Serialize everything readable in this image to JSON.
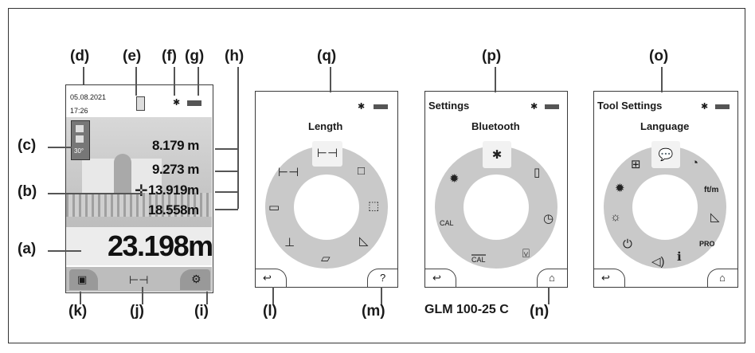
{
  "callouts": {
    "a": "(a)",
    "b": "(b)",
    "c": "(c)",
    "d": "(d)",
    "e": "(e)",
    "f": "(f)",
    "g": "(g)",
    "h": "(h)",
    "i": "(i)",
    "j": "(j)",
    "k": "(k)",
    "l": "(l)",
    "m": "(m)",
    "n": "(n)",
    "o": "(o)",
    "p": "(p)",
    "q": "(q)"
  },
  "screen1": {
    "date": "05.08.2021",
    "time": "17:26",
    "angle": "30°",
    "readings": [
      "8.179 m",
      "9.273 m",
      "13.919m",
      "18.558m"
    ],
    "main_value": "23.198m"
  },
  "screen2": {
    "mode_label": "Length"
  },
  "screen3": {
    "header": "Settings",
    "selected_label": "Bluetooth",
    "cal_label_1": "CAL",
    "cal_label_2": "CAL"
  },
  "screen4": {
    "header": "Tool Settings",
    "selected_label": "Language",
    "unit_label": "ft/m",
    "pro_label": "PRO"
  },
  "model_label": "GLM 100-25 C",
  "icons": [
    "save-icon",
    "length-mode-icon",
    "gear-icon",
    "back-icon",
    "help-icon",
    "home-icon",
    "bluetooth-icon",
    "battery-icon",
    "speech-bubble-icon",
    "area-icon",
    "volume-icon",
    "angle-icon",
    "info-icon"
  ]
}
